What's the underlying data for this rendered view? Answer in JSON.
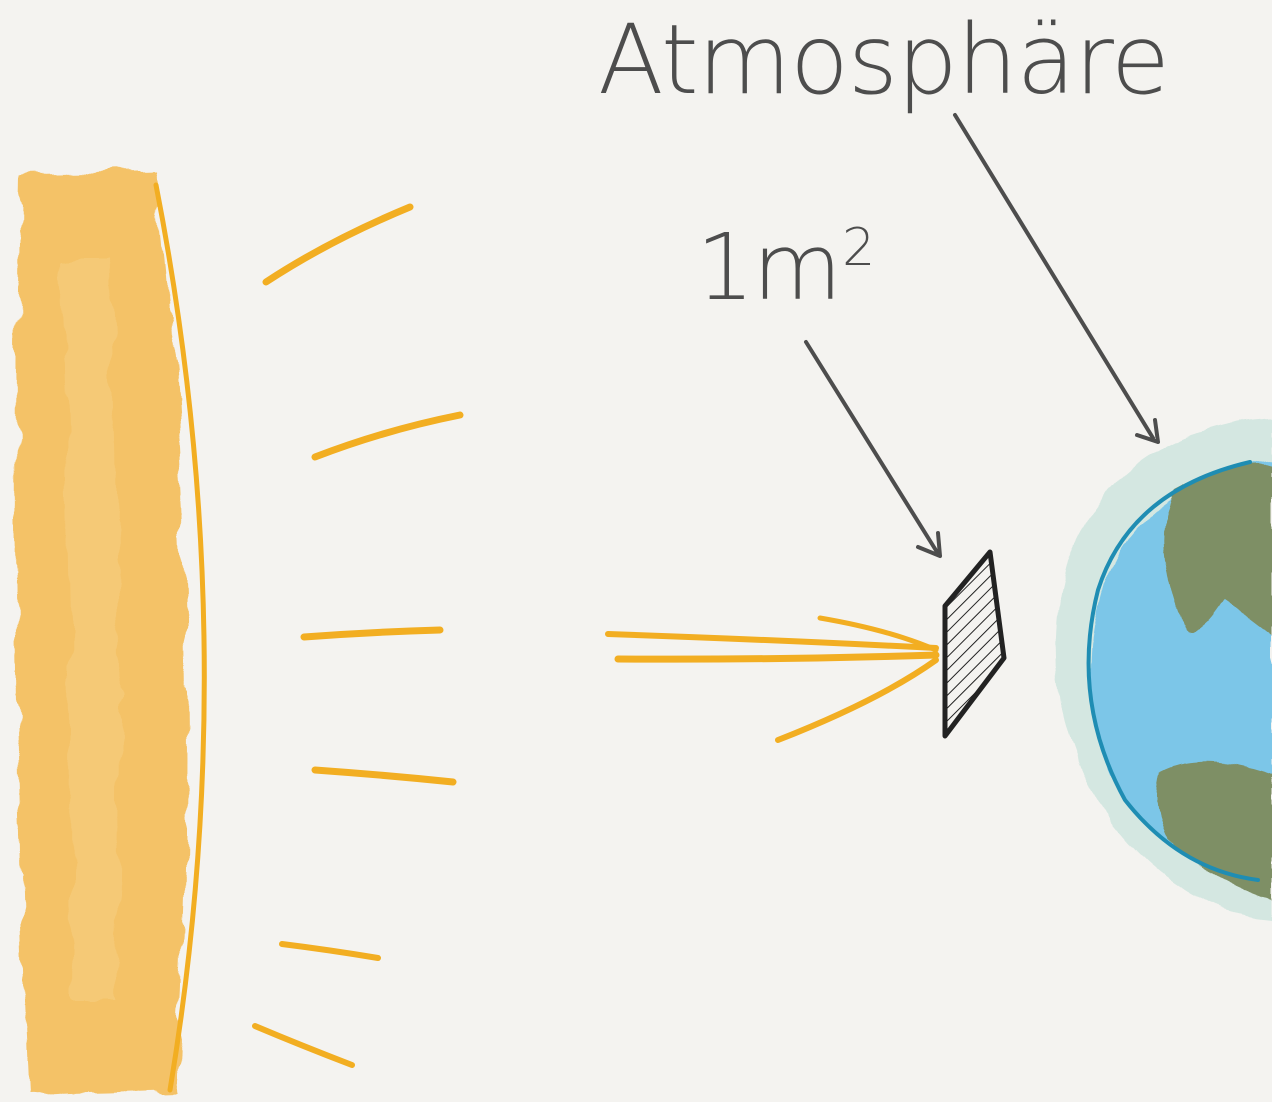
{
  "labels": {
    "atmosphere": "Atmosphäre",
    "area_value": "1m",
    "area_exponent": "2"
  },
  "colors": {
    "background": "#f4f3f0",
    "sun": "#f5b84a",
    "ray": "#f2ae22",
    "ocean": "#7cc6e8",
    "land": "#7e8f65",
    "atmosphere_halo": "#cfe6df",
    "arrow": "#4d4d4d",
    "panel": "#222222"
  },
  "icons": {
    "sun": "sun-surface-icon",
    "earth": "earth-icon",
    "panel": "square-meter-panel-icon"
  }
}
